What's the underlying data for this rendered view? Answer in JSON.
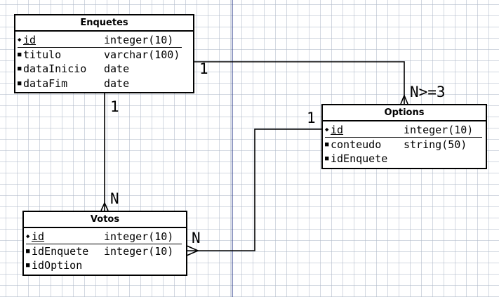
{
  "entities": {
    "enquetes": {
      "title": "Enquetes",
      "attributes": [
        {
          "name": "id",
          "type": "integer(10)",
          "pk": true
        },
        {
          "name": "titulo",
          "type": "varchar(100)"
        },
        {
          "name": "dataInicio",
          "type": "date"
        },
        {
          "name": "dataFim",
          "type": "date"
        }
      ]
    },
    "options": {
      "title": "Options",
      "attributes": [
        {
          "name": "id",
          "type": "integer(10)",
          "pk": true
        },
        {
          "name": "conteudo",
          "type": "string(50)"
        },
        {
          "name": "idEnquete",
          "type": ""
        }
      ]
    },
    "votos": {
      "title": "Votos",
      "attributes": [
        {
          "name": "id",
          "type": "integer(10)",
          "pk": true
        },
        {
          "name": "idEnquete",
          "type": "integer(10)"
        },
        {
          "name": "idOption",
          "type": ""
        }
      ]
    }
  },
  "relationships": {
    "enquetes_options": {
      "from_mult": "1",
      "to_mult": "N>=3"
    },
    "enquetes_votos": {
      "from_mult": "1",
      "to_mult": "N"
    },
    "options_votos": {
      "from_mult": "1",
      "to_mult": "N"
    }
  },
  "colors": {
    "line": "#000000",
    "grid": "#b8c2cf",
    "guide": "#2a3a8a"
  }
}
